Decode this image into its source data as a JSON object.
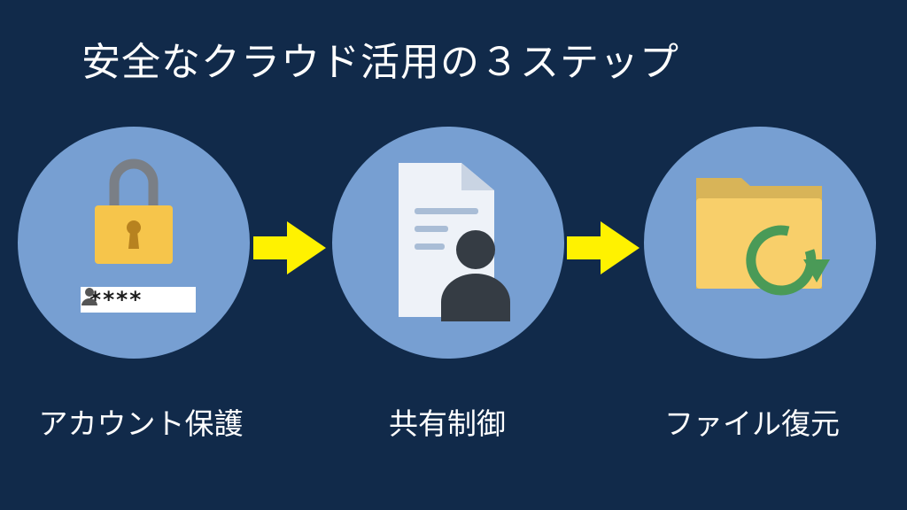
{
  "title": "安全なクラウド活用の３ステップ",
  "steps": [
    {
      "label": "アカウント保護",
      "icon": "padlock-icon",
      "password_mask": "****"
    },
    {
      "label": "共有制御",
      "icon": "shared-document-icon"
    },
    {
      "label": "ファイル復元",
      "icon": "folder-restore-icon"
    }
  ],
  "colors": {
    "background": "#112a4a",
    "circle": "#779fd2",
    "arrow": "#fff200",
    "lock_body": "#f6c54b",
    "folder": "#f8cf6a",
    "restore": "#4a9a57"
  }
}
